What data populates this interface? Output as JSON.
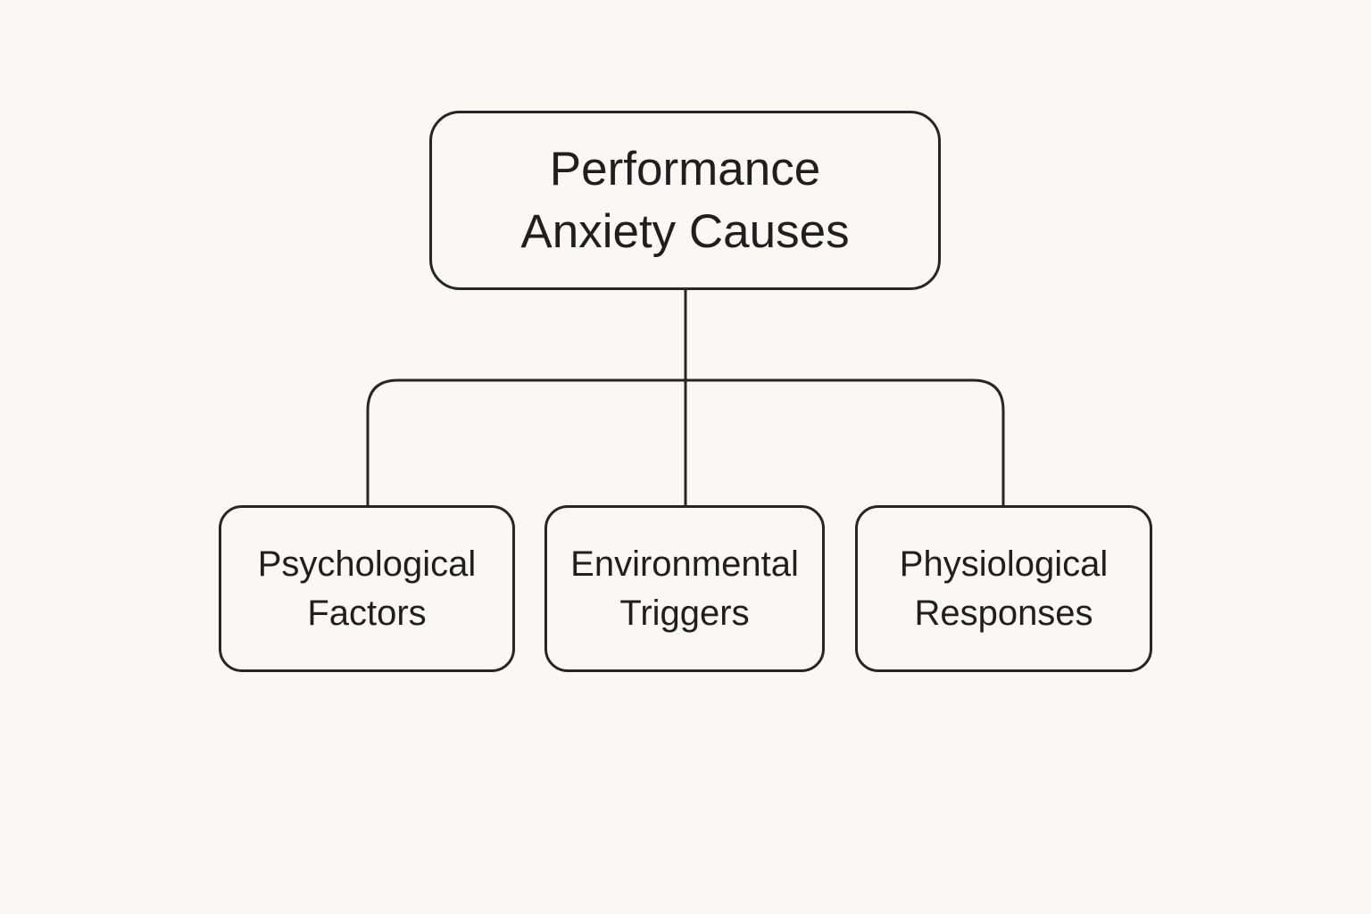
{
  "root": {
    "line1": "Performance",
    "line2": "Anxiety Causes"
  },
  "children": [
    {
      "line1": "Psychological",
      "line2": "Factors"
    },
    {
      "line1": "Environmental",
      "line2": "Triggers"
    },
    {
      "line1": "Physiological",
      "line2": "Responses"
    }
  ],
  "colors": {
    "background": "#f9f8f4",
    "stroke": "#262626",
    "text": "#1f1f1f"
  }
}
